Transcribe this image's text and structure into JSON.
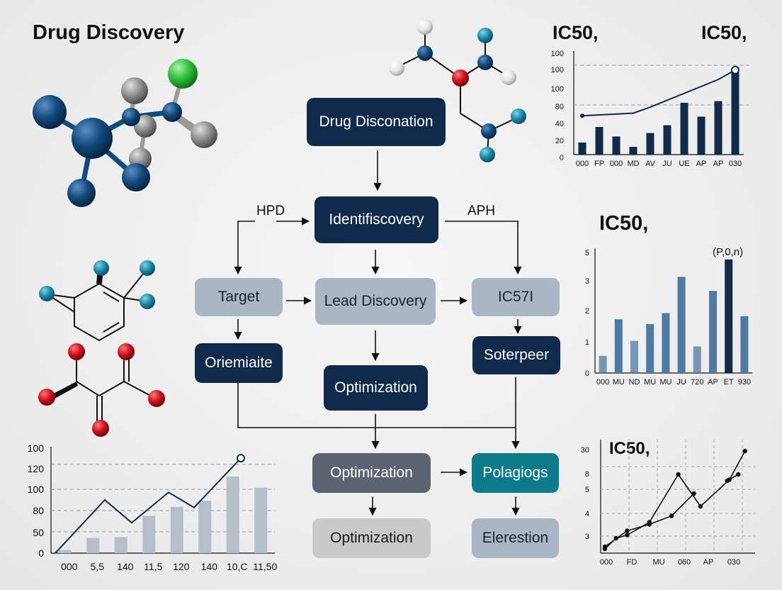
{
  "main_title": "Drug Discovery",
  "flow": {
    "top": "Drug Disconation",
    "identify": "Identifiscovery",
    "left_label": "HPD",
    "right_label": "APH",
    "target": "Target",
    "lead": "Lead Discovery",
    "ic": "IC57I",
    "left_dark": "Oriemiaite",
    "center_opt": "Optimization",
    "right_dark": "Soterpeer",
    "slate_opt": "Optimization",
    "teal_box": "Polagiogs",
    "pale_opt": "Optimization",
    "elerestion": "Elerestion"
  },
  "colors": {
    "navy": "#0f2a4a",
    "steel": "#aab6c3",
    "slate": "#5b6470",
    "teal": "#0d7a8c",
    "bar_blue": "#4f7aa3",
    "bar_gray": "#b4bfca",
    "atom_navy": "#124a7c",
    "atom_teal": "#1a8ba8",
    "atom_red": "#d0101c",
    "atom_green": "#2fbf3a",
    "atom_gray": "#8e8e8e"
  },
  "chart_data": [
    {
      "type": "bar",
      "title": "IC50,",
      "title_right": "IC50,",
      "categories": [
        "000",
        "FP",
        "000",
        "MD",
        "AV",
        "JU",
        "UE",
        "AP",
        "AP",
        "030"
      ],
      "y_tick_labels": [
        "0",
        "20",
        "40",
        "80",
        "100",
        "100",
        "100"
      ],
      "values": [
        14,
        32,
        21,
        9,
        25,
        34,
        60,
        44,
        62,
        100
      ],
      "line": [
        45,
        46,
        47,
        48,
        55,
        63,
        71,
        79,
        87,
        98
      ],
      "ylim": [
        0,
        120
      ]
    },
    {
      "type": "bar",
      "title": "IC50,",
      "annotation": "(P,0,n)",
      "categories": [
        "000",
        "MU",
        "ND",
        "MU",
        "MU",
        "JU",
        "720",
        "AP",
        "ET",
        "930"
      ],
      "y_tick_labels": [
        "0",
        "1",
        "2",
        "3",
        "5"
      ],
      "values": [
        0.55,
        1.72,
        1.03,
        1.57,
        1.92,
        3.08,
        0.85,
        2.63,
        3.64,
        1.82
      ],
      "ylim": [
        0,
        4
      ]
    },
    {
      "type": "bar",
      "title": "",
      "categories": [
        "000",
        "5,5",
        "140",
        "11,5",
        "120",
        "140",
        "10,C",
        "11,50"
      ],
      "y_tick_labels": [
        "0",
        "50",
        "80",
        "100",
        "120",
        "100"
      ],
      "values": [
        4,
        20,
        21,
        49,
        61,
        69,
        101,
        86
      ],
      "line": [
        0,
        70,
        40,
        80,
        60,
        125
      ],
      "ylim": [
        0,
        140
      ]
    },
    {
      "type": "line",
      "title": "IC50,",
      "categories": [
        "000",
        "FD",
        "MU",
        "060",
        "AP",
        "030"
      ],
      "y_tick_labels": [
        "3",
        "4",
        "5",
        "8",
        "30"
      ],
      "series_a": [
        [
          0,
          0.2
        ],
        [
          1.0,
          1.7
        ],
        [
          2.0,
          2.3
        ],
        [
          3.0,
          3.1
        ],
        [
          4.0,
          5.2
        ]
      ],
      "series_b": [
        [
          0,
          0.0
        ],
        [
          0.5,
          1.0
        ],
        [
          1.0,
          1.3
        ],
        [
          2.0,
          2.5
        ],
        [
          3.3,
          7.0
        ],
        [
          4.3,
          4.0
        ],
        [
          5.6,
          6.5
        ],
        [
          6.3,
          9.2
        ]
      ],
      "series_c": [
        [
          5.5,
          6.4
        ],
        [
          6.0,
          7.0
        ]
      ],
      "ylim": [
        0,
        10
      ]
    }
  ]
}
